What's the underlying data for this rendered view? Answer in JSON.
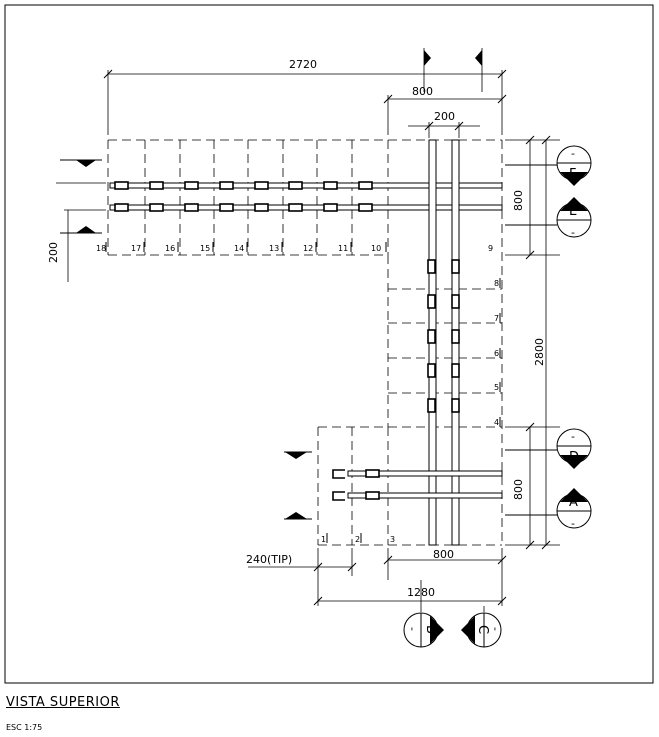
{
  "title": "VISTA SUPERIOR",
  "scale": "ESC 1:75",
  "dimensions": {
    "overall_width": "2720",
    "top_width": "800",
    "beam_spacing": "200",
    "right_top": "800",
    "left_200": "200",
    "right_2800": "2800",
    "right_bottom": "800",
    "bottom_800": "800",
    "bottom_tip": "240(TIP)",
    "bottom_1280": "1280"
  },
  "grid_numbers": [
    "1",
    "2",
    "3",
    "4",
    "5",
    "6",
    "7",
    "8",
    "9",
    "10",
    "11",
    "12",
    "13",
    "14",
    "15",
    "16",
    "17",
    "18"
  ],
  "section_markers": [
    "F",
    "E",
    "D",
    "A",
    "B",
    "C"
  ],
  "section_minus": "-"
}
